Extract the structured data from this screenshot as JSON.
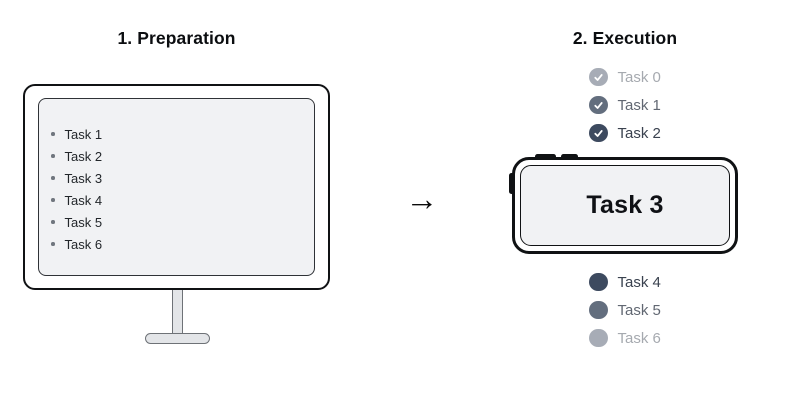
{
  "preparation": {
    "title": "1. Preparation",
    "tasks": [
      "Task 1",
      "Task 2",
      "Task 3",
      "Task 4",
      "Task 5",
      "Task 6"
    ]
  },
  "arrow": "→",
  "execution": {
    "title": "2. Execution",
    "completed": [
      {
        "label": "Task 0",
        "fade": "0.45"
      },
      {
        "label": "Task 1",
        "fade": "0.8"
      },
      {
        "label": "Task 2",
        "fade": "1"
      }
    ],
    "current_task": "Task 3",
    "pending": [
      {
        "label": "Task 4",
        "fade": "1"
      },
      {
        "label": "Task 5",
        "fade": "0.8"
      },
      {
        "label": "Task 6",
        "fade": "0.45"
      }
    ]
  },
  "colors": {
    "status-circle": "#3d4a5f",
    "row-text": "#3a424f",
    "screen-bg": "#f1f2f4",
    "device-frame": "#101214",
    "stand-fill": "#e3e5e8",
    "stand-border": "#6e7277",
    "title-color": "#0b0d10",
    "list-text": "#22262a",
    "bullet": "#70767e",
    "arrow-color": "#0a0a0a"
  }
}
